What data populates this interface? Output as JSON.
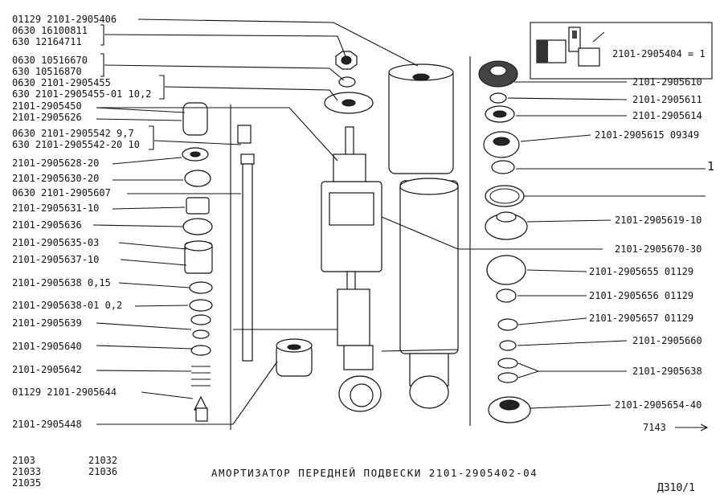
{
  "left_labels": [
    {
      "t": "01129  2101-2905406",
      "s": false
    },
    {
      "t": "0630 16100811",
      "s": false
    },
    {
      "t": "630  12164711",
      "s": false
    },
    {
      "t": "0630 10516670",
      "s": false
    },
    {
      "t": "630  10516870",
      "s": false
    },
    {
      "t": "0630 2101-2905455",
      "s": false
    },
    {
      "t": "630 2101-2905455-01 10,2",
      "s": false
    },
    {
      "t": "2101-2905450",
      "s": false
    },
    {
      "t": "2101-2905626",
      "s": false
    },
    {
      "t": "0630 2101-2905542 9,7",
      "s": false
    },
    {
      "t": "630 2101-2905542-20 10",
      "s": false
    },
    {
      "t": "2101-2905628-20",
      "s": false
    },
    {
      "t": "2101-2905630-20",
      "s": false
    },
    {
      "t": "0630 2101-2905607",
      "s": false
    },
    {
      "t": "2101-2905631-10",
      "s": false
    },
    {
      "t": "2101-2905636",
      "s": false
    },
    {
      "t": "2101-2905635-03",
      "s": false
    },
    {
      "t": "2101-2905637-10",
      "s": false
    },
    {
      "t": "2101-2905638 0,15",
      "s": false
    },
    {
      "t": "2101-2905638-01 0,2",
      "s": false
    },
    {
      "t": "2101-2905639",
      "s": false
    },
    {
      "t": "2101-2905640",
      "s": false
    },
    {
      "t": "2101-2905642",
      "s": false
    },
    {
      "t": "01129  2101-2905644",
      "s": false
    },
    {
      "t": "2101-2905448",
      "s": false
    }
  ],
  "right_labels": [
    {
      "t": "2101-2905404 = 1",
      "s": false
    },
    {
      "t": "2101-2905610",
      "s": false
    },
    {
      "t": "2101-2905611",
      "s": false
    },
    {
      "t": "2101-2905614",
      "s": false
    },
    {
      "t": "2101-2905615 09349",
      "s": false
    },
    {
      "t": "1",
      "s": false
    },
    {
      "t": "2101-2905619-10",
      "s": false
    },
    {
      "t": "2101-2905670-30",
      "s": false
    },
    {
      "t": "2101-2905655  01129",
      "s": false
    },
    {
      "t": "2101-2905656  01129",
      "s": false
    },
    {
      "t": "2101-2905657  01129",
      "s": false
    },
    {
      "t": "2101-2905660",
      "s": false
    },
    {
      "t": "2101-2905638",
      "s": false
    },
    {
      "t": "2101-2905654-40",
      "s": false
    },
    {
      "t": "7143",
      "s": false
    }
  ],
  "models": {
    "col1": [
      "2103",
      "21033",
      "21035"
    ],
    "col2": [
      "21032",
      "21036"
    ]
  },
  "title": "АМОРТИЗАТОР ПЕРЕДНЕЙ ПОДВЕСКИ 2101-2905402-04",
  "page_code": "Д310/1"
}
